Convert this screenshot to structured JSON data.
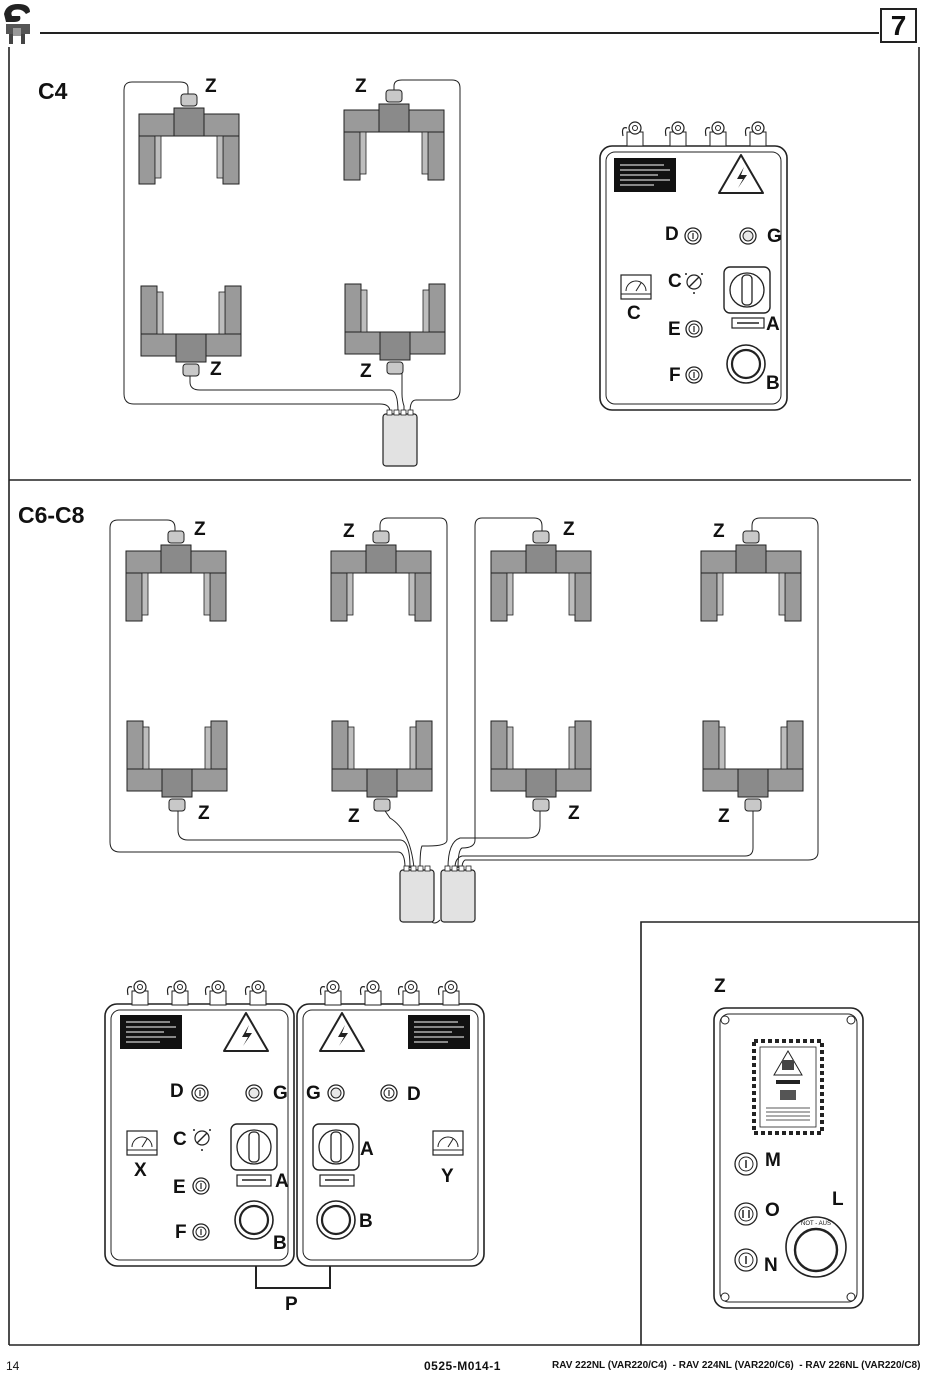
{
  "header": {
    "page_number": "7"
  },
  "sections": {
    "c4": {
      "title": "C4",
      "z_labels": [
        "Z",
        "Z",
        "Z",
        "Z"
      ],
      "panel_labels": {
        "D": "D",
        "G": "G",
        "C1": "C",
        "C2": "C",
        "E": "E",
        "A": "A",
        "F": "F",
        "B": "B"
      }
    },
    "c6c8": {
      "title": "C6-C8",
      "z_labels": [
        "Z",
        "Z",
        "Z",
        "Z",
        "Z",
        "Z",
        "Z",
        "Z"
      ],
      "left_panel_labels": {
        "D": "D",
        "G": "G",
        "C": "C",
        "X": "X",
        "E": "E",
        "A": "A",
        "F": "F",
        "B": "B"
      },
      "right_panel_labels": {
        "G": "G",
        "D": "D",
        "A": "A",
        "Y": "Y",
        "B": "B"
      },
      "link_label": "P"
    },
    "remote": {
      "title": "Z",
      "labels": {
        "M": "M",
        "O": "O",
        "L": "L",
        "N": "N"
      },
      "button_text": "NOT - AUS"
    }
  },
  "footer": {
    "page": "14",
    "code": "0525-M014-1",
    "models": "RAV 222NL (VAR220/C4)  - RAV 224NL (VAR220/C6)  - RAV 226NL (VAR220/C8)"
  }
}
